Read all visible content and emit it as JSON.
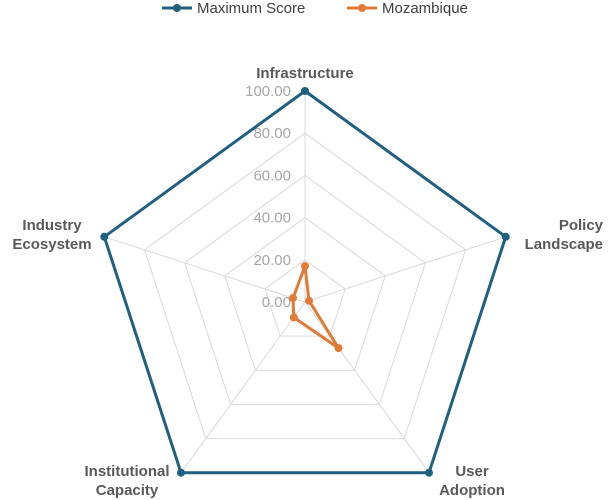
{
  "chart_data": {
    "type": "radar",
    "categories": [
      "Infrastructure",
      "Policy Landscape",
      "User Adoption",
      "Institutional Capacity",
      "Industry Ecosystem"
    ],
    "category_lines": [
      [
        "Infrastructure"
      ],
      [
        "Policy",
        "Landscape"
      ],
      [
        "User",
        "Adoption"
      ],
      [
        "Institutional",
        "Capacity"
      ],
      [
        "Industry",
        "Ecosystem"
      ]
    ],
    "ticks": [
      "0.00",
      "20.00",
      "40.00",
      "60.00",
      "80.00",
      "100.00"
    ],
    "rlim": [
      0,
      100
    ],
    "grid": true,
    "legend": "top",
    "series": [
      {
        "name": "Maximum Score",
        "color": "#1f5f7f",
        "values": [
          100,
          100,
          100,
          100,
          100
        ]
      },
      {
        "name": "Mozambique",
        "color": "#e07a35",
        "values": [
          17,
          2,
          27,
          9,
          6
        ]
      }
    ]
  }
}
